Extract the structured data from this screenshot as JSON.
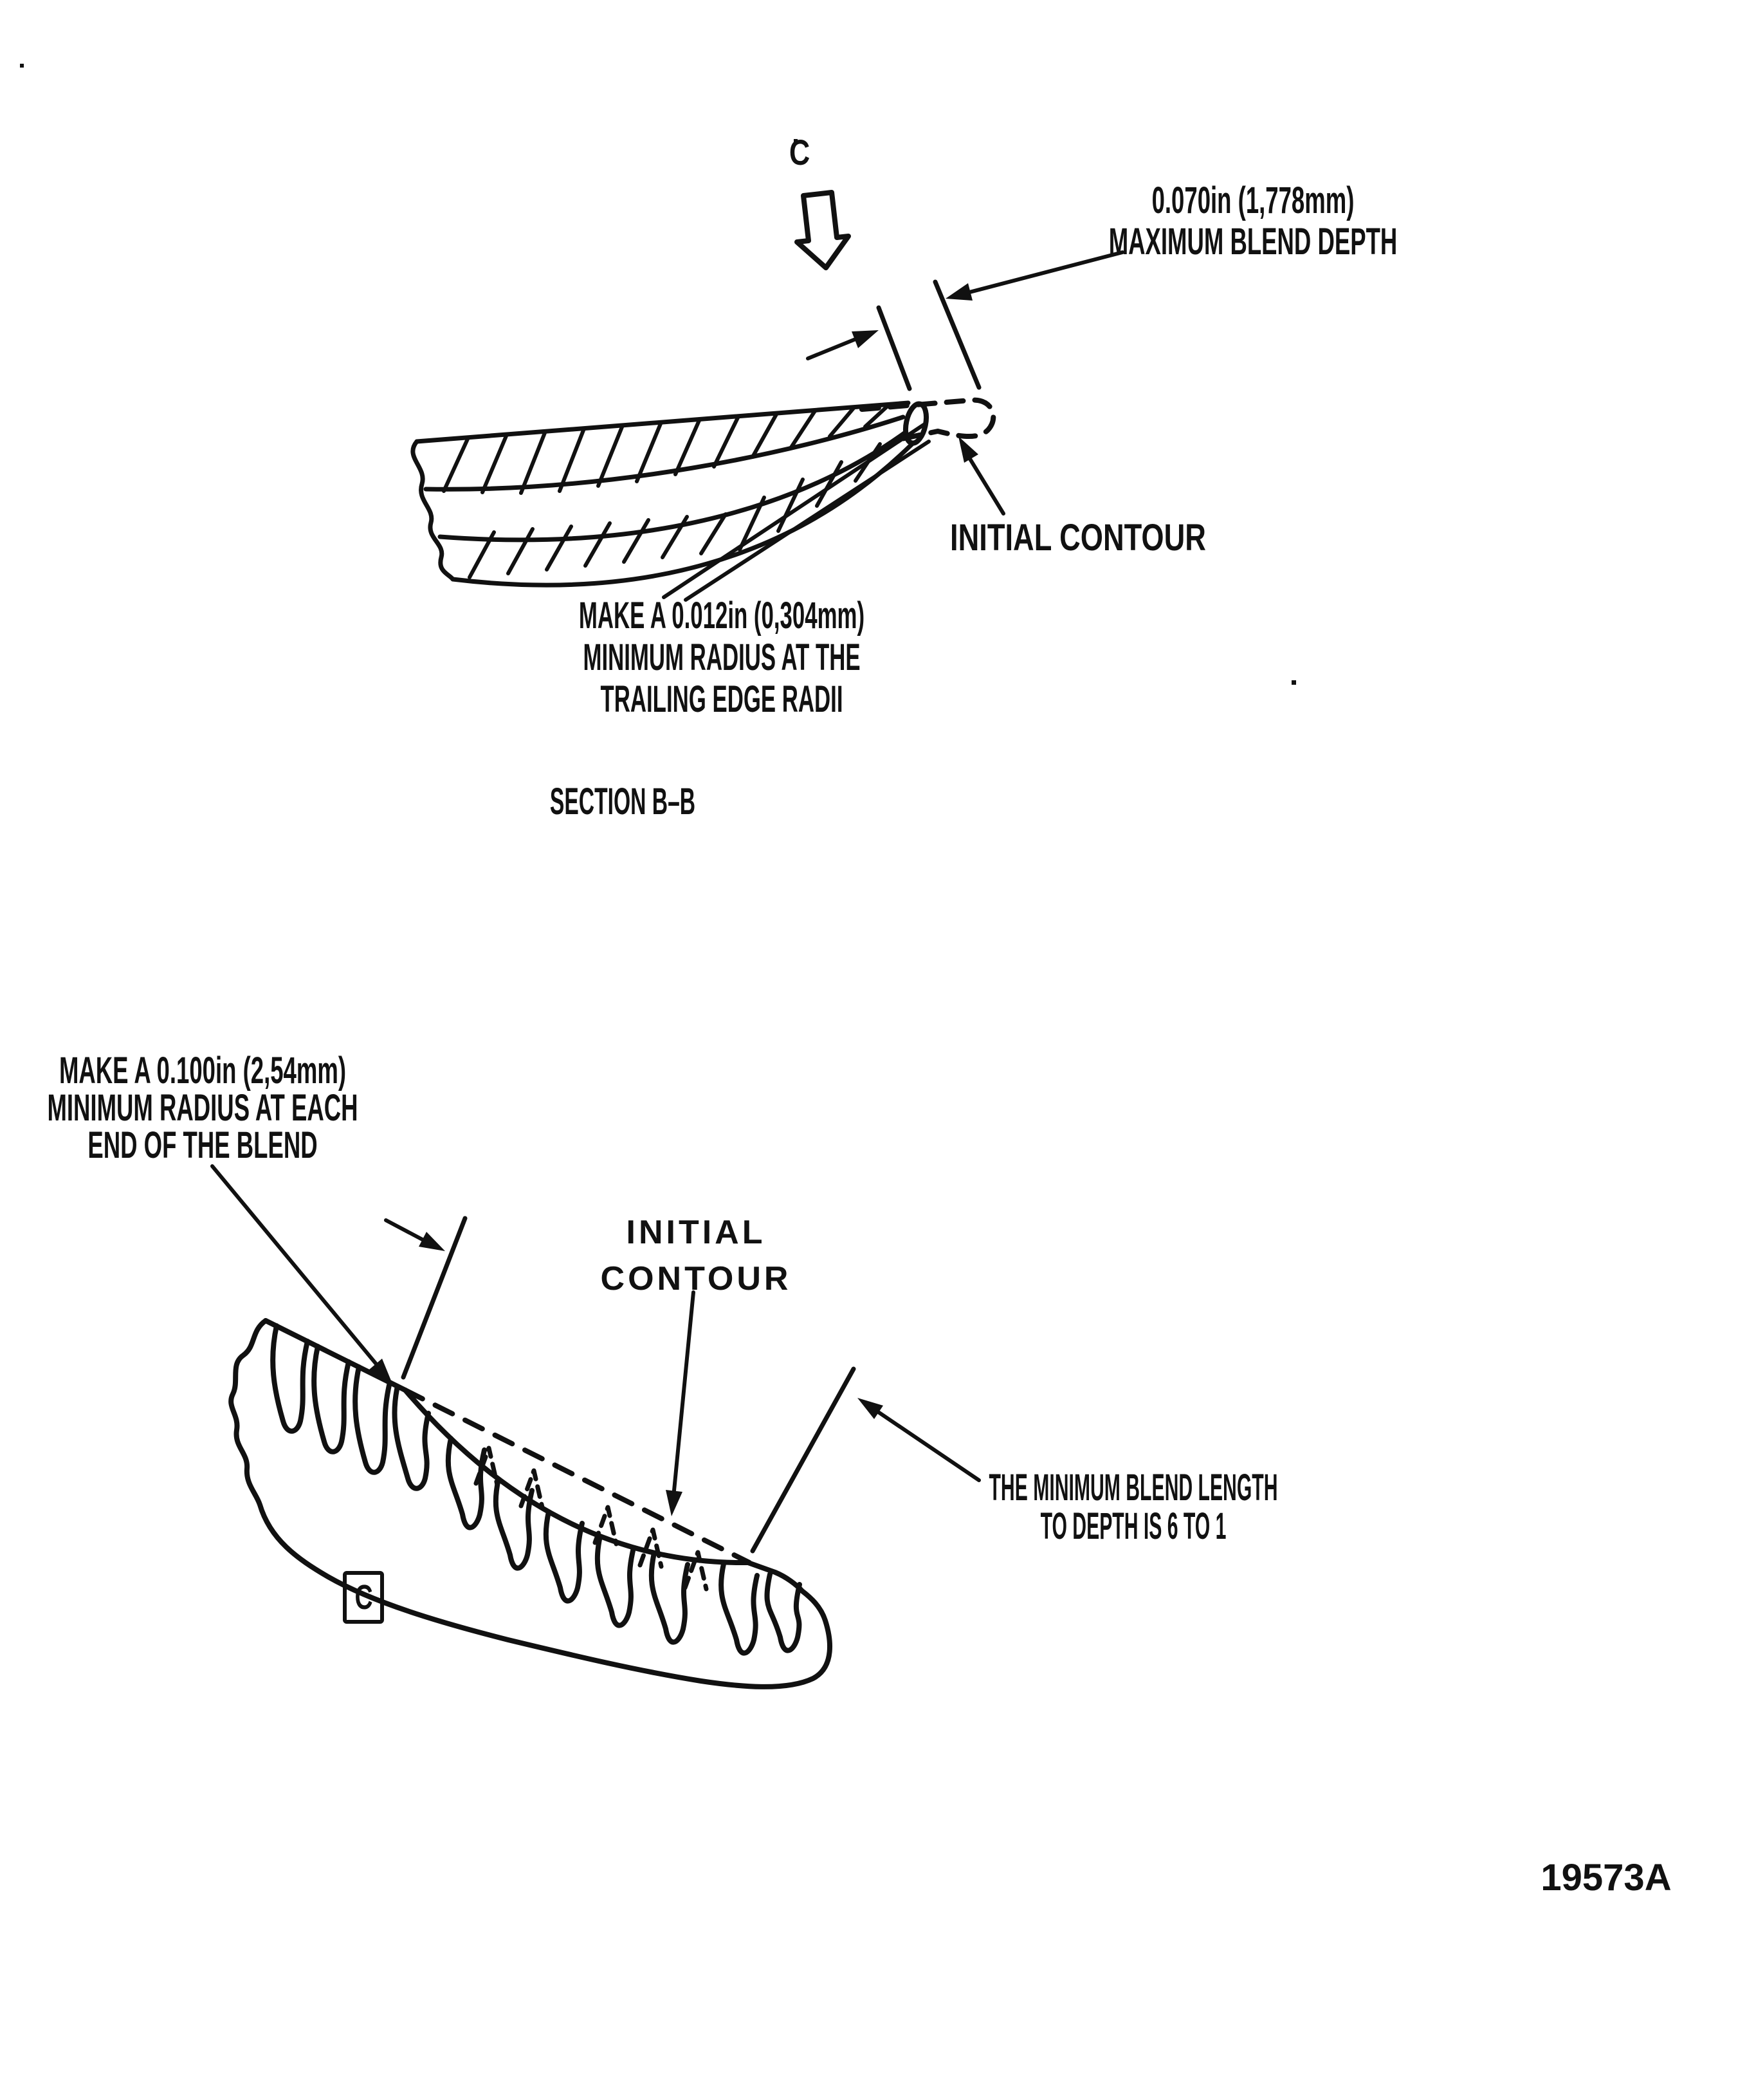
{
  "figure": {
    "ink_color": "#111111",
    "paper_color": "#ffffff",
    "figure_number": "19573A",
    "section_label": "SECTION B–B",
    "view_arrow_label": "C",
    "detail_box_label": "C",
    "top_diagram": {
      "blend_depth_line1": "0.070in (1,778mm)",
      "blend_depth_line2": "MAXIMUM BLEND DEPTH",
      "initial_contour_label": "INITIAL CONTOUR",
      "radius_line1": "MAKE A 0.012in (0,304mm)",
      "radius_line2": "MINIMUM RADIUS AT THE",
      "radius_line3": "TRAILING EDGE RADII"
    },
    "bottom_diagram": {
      "radius_line1": "MAKE A 0.100in (2,54mm)",
      "radius_line2": "MINIMUM RADIUS AT EACH",
      "radius_line3": "END OF THE BLEND",
      "initial_contour_line1": "INITIAL",
      "initial_contour_line2": "CONTOUR",
      "ratio_line1": "THE MINIMUM BLEND LENGTH",
      "ratio_line2": "TO DEPTH IS 6 TO 1"
    }
  }
}
